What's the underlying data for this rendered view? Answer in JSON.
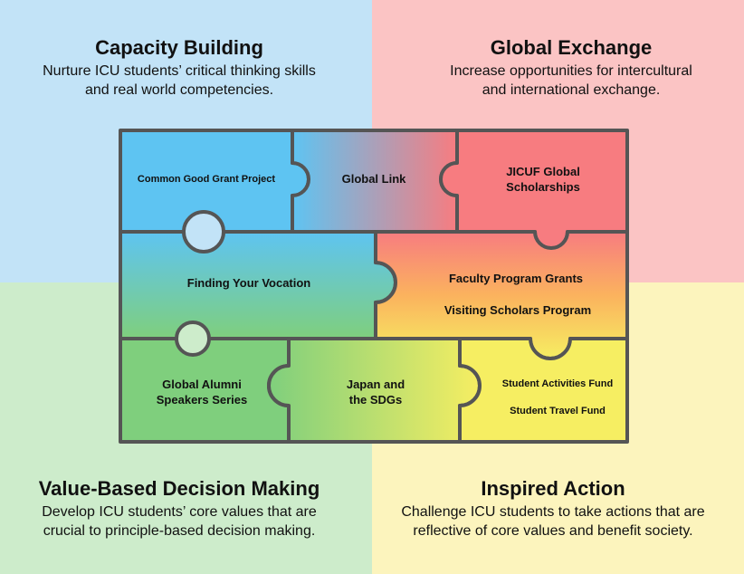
{
  "quadrants": {
    "top_left": {
      "title": "Capacity Building",
      "desc_line1": "Nurture ICU students’ critical thinking skills",
      "desc_line2": "and real world competencies."
    },
    "top_right": {
      "title": "Global Exchange",
      "desc_line1": "Increase opportunities for intercultural",
      "desc_line2": "and international exchange."
    },
    "bottom_left": {
      "title": "Value-Based Decision Making",
      "desc_line1": "Develop ICU students’ core values that are",
      "desc_line2": "crucial to principle-based decision making."
    },
    "bottom_right": {
      "title": "Inspired Action",
      "desc_line1": "Challenge ICU students to take actions that are",
      "desc_line2": "reflective of core values and benefit society."
    }
  },
  "pieces": {
    "common_good": "Common Good Grant Project",
    "global_link": "Global Link",
    "jicuf_line1": "JICUF Global",
    "jicuf_line2": "Scholarships",
    "finding_vocation": "Finding Your Vocation",
    "faculty_grants": "Faculty Program Grants",
    "visiting_scholars": "Visiting Scholars Program",
    "alumni_line1": "Global Alumni",
    "alumni_line2": "Speakers Series",
    "japan_line1": "Japan and",
    "japan_line2": "the SDGs",
    "activities_fund": "Student Activities Fund",
    "travel_fund": "Student Travel Fund"
  },
  "colors": {
    "blue": "#5ec4f2",
    "red": "#f77c80",
    "green": "#7fcf7d",
    "yellow": "#f6ee62",
    "orange": "#fbb25e",
    "outline": "#555555"
  }
}
